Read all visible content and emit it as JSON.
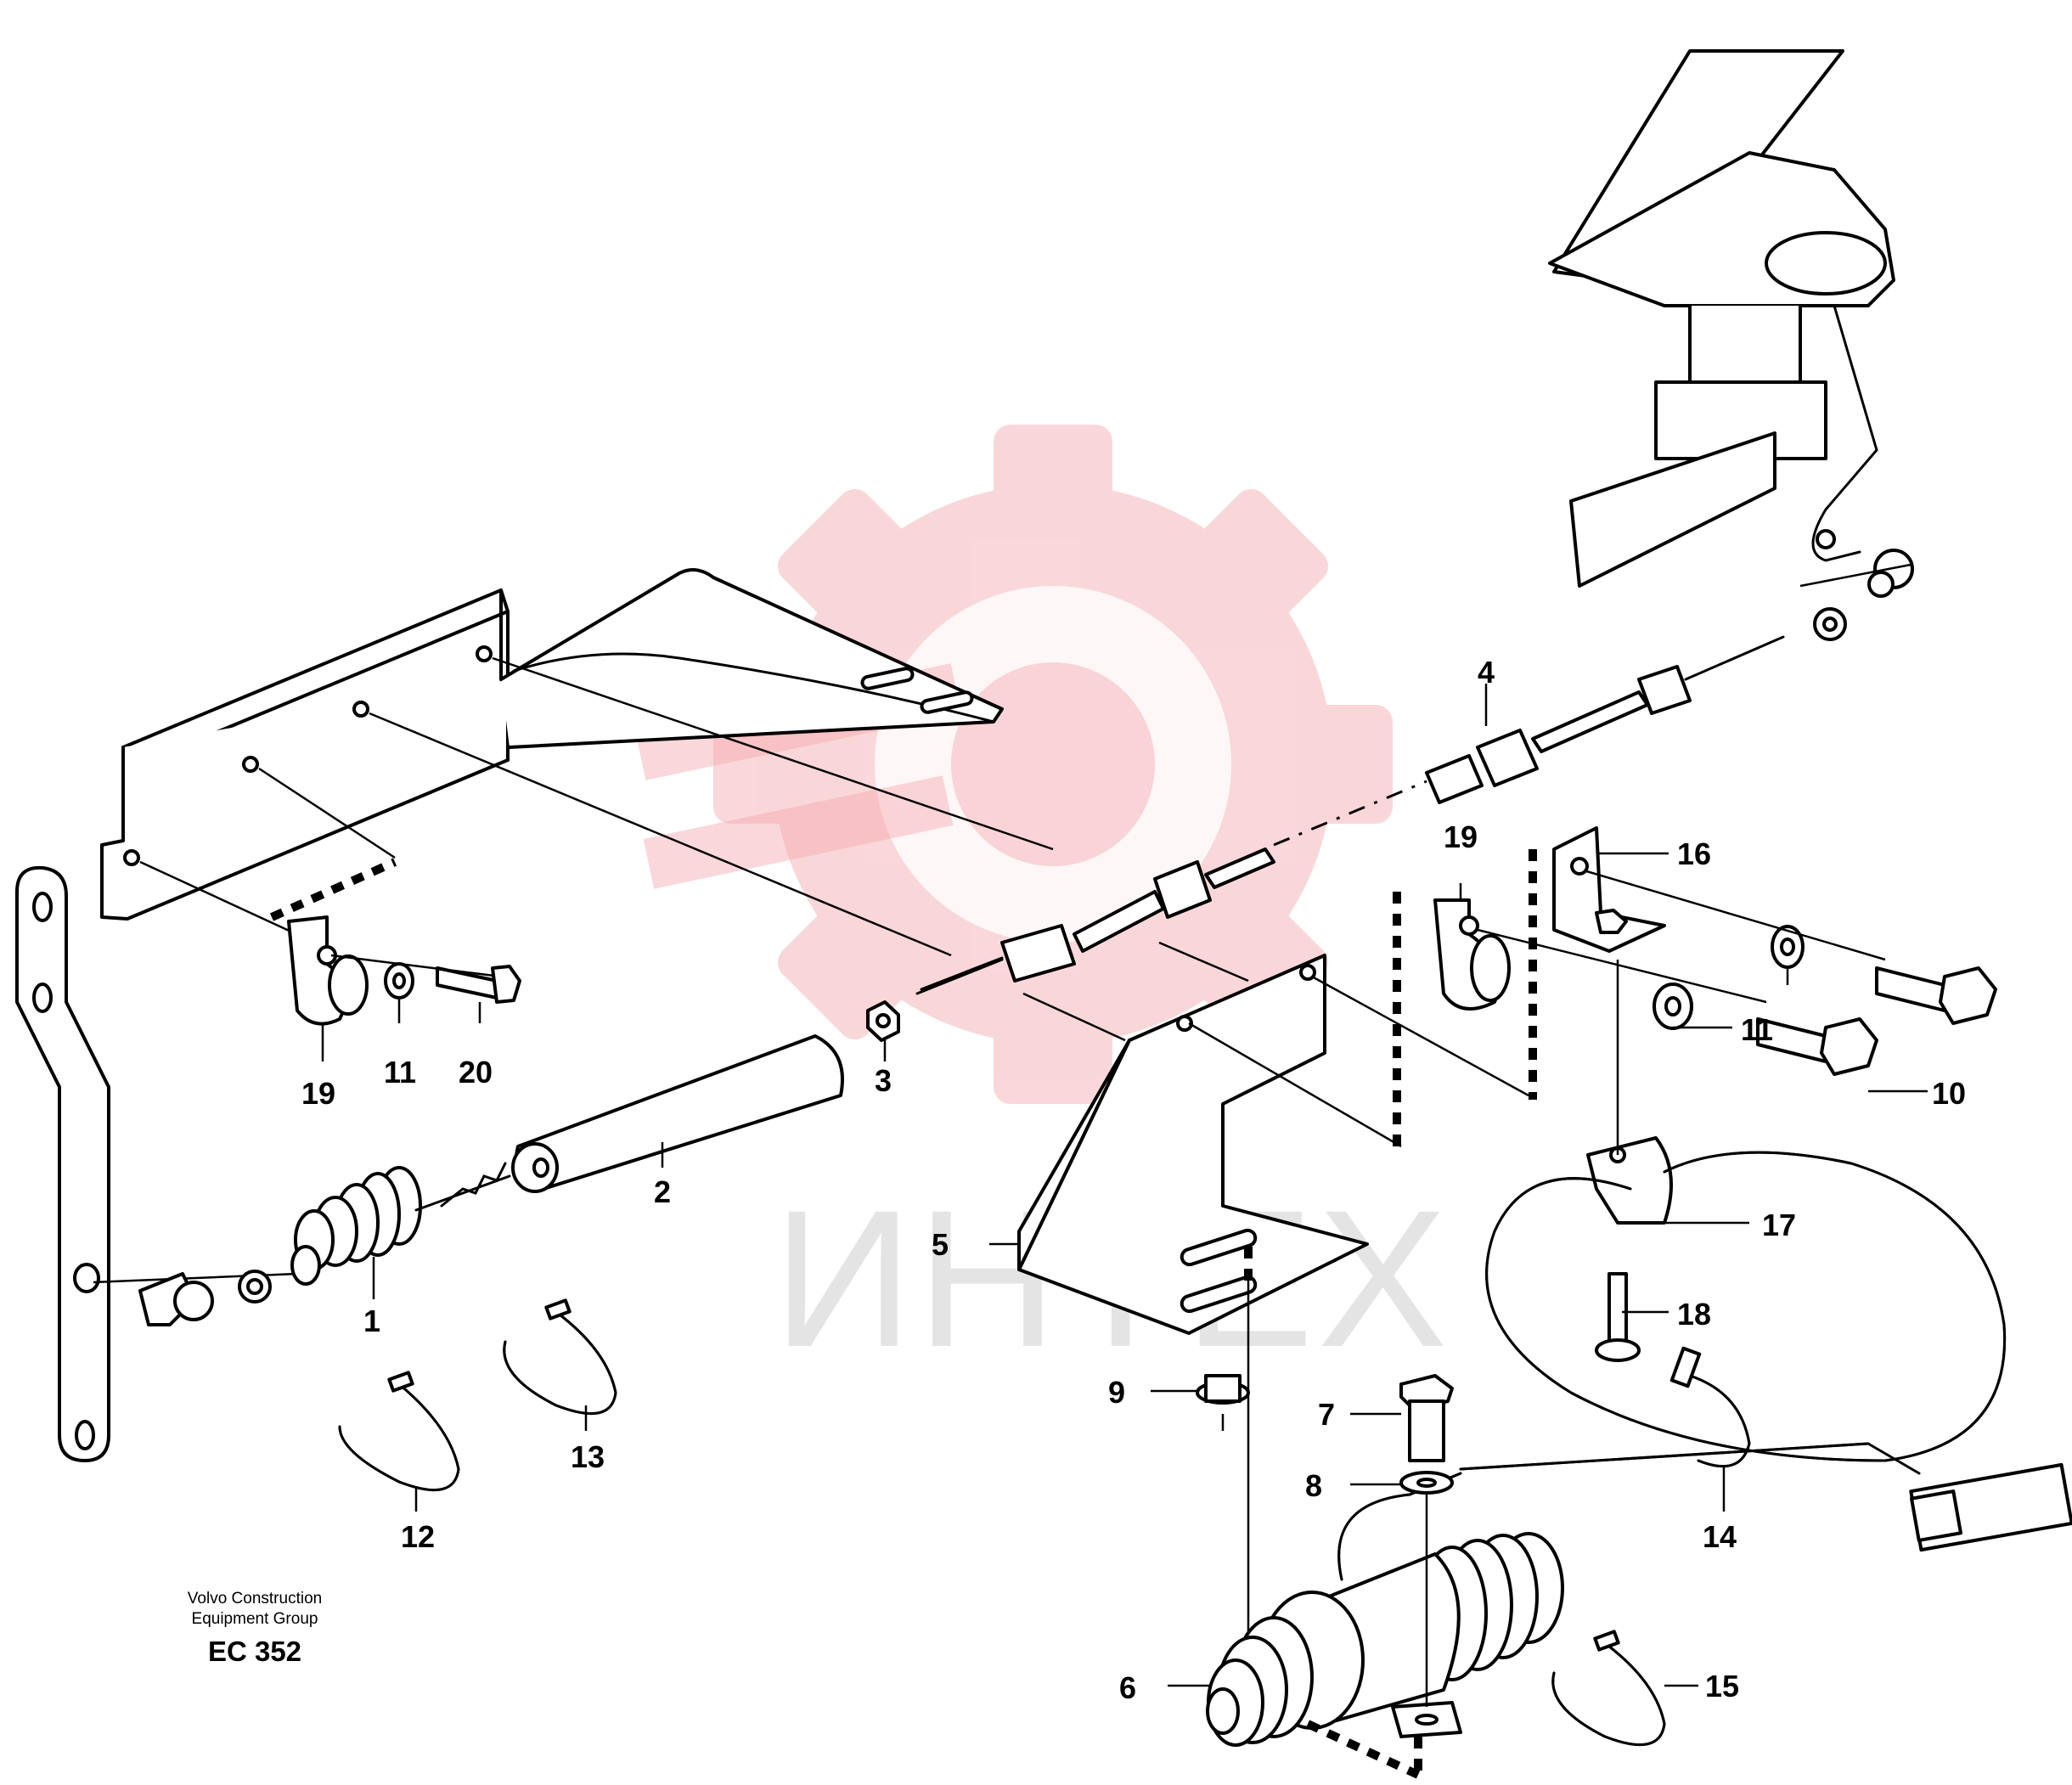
{
  "watermark": {
    "text": "ИНТЕХ",
    "gear_color": "#f3a7ad"
  },
  "footer": {
    "line1": "Volvo Construction",
    "line2": "Equipment Group",
    "code": "EC 352"
  },
  "callouts": [
    "1",
    "2",
    "3",
    "4",
    "5",
    "6",
    "7",
    "8",
    "9",
    "10",
    "11",
    "11",
    "12",
    "13",
    "14",
    "15",
    "16",
    "17",
    "18",
    "19",
    "19",
    "20"
  ]
}
